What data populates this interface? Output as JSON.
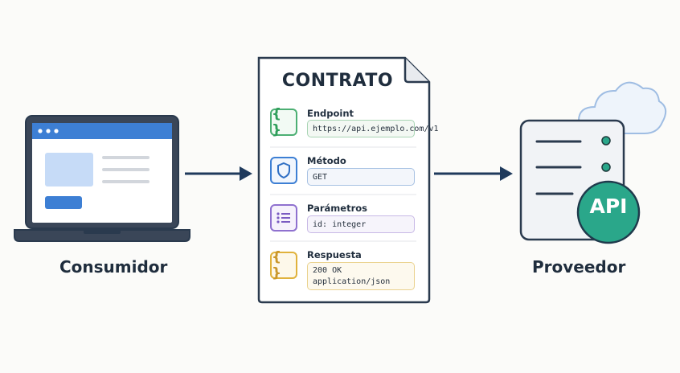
{
  "consumer": {
    "label": "Consumidor"
  },
  "provider": {
    "label": "Proveedor",
    "badge": "API"
  },
  "contract": {
    "title": "CONTRATO",
    "fields": [
      {
        "label": "Endpoint",
        "value": "https://api.ejemplo.com/v1",
        "icon": "curly-braces-icon",
        "color": "#4caf73"
      },
      {
        "label": "Método",
        "value": "GET",
        "icon": "shield-icon",
        "color": "#3d7fd4"
      },
      {
        "label": "Parámetros",
        "value": "id: integer",
        "icon": "list-icon",
        "color": "#8f71cf"
      },
      {
        "label": "Respuesta",
        "value": "200 OK\napplication/json",
        "icon": "curly-braces-icon",
        "color": "#e0b23c"
      }
    ]
  },
  "colors": {
    "navy": "#2a3a4e",
    "laptop_blue": "#3d7fd4",
    "api_badge": "#2aa78a",
    "cloud": "#c9dcf2"
  }
}
